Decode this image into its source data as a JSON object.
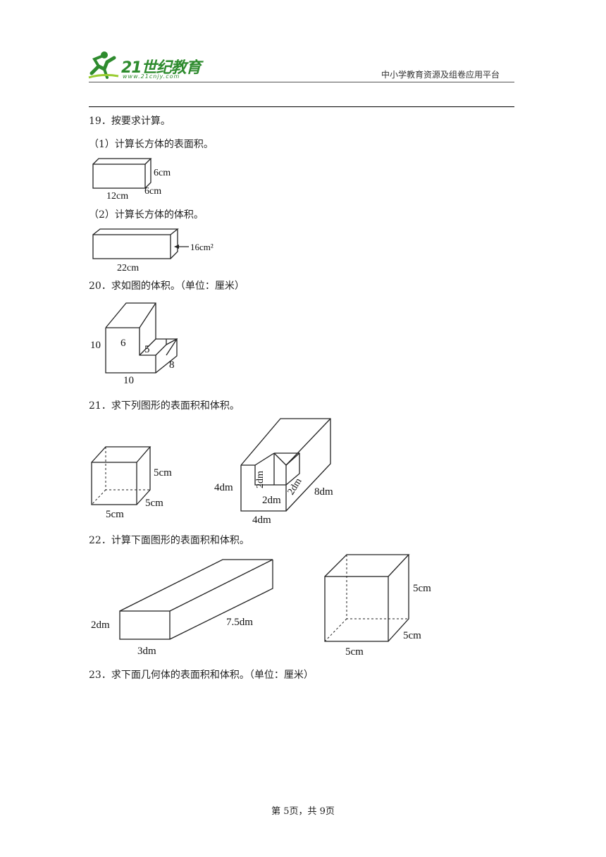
{
  "header": {
    "logo_text": "21世纪教育",
    "logo_url": "www.21cnjy.com",
    "site_name": "中小学教育资源及组卷应用平台"
  },
  "questions": {
    "q19": {
      "title": "19．按要求计算。",
      "part1": "（1）计算长方体的表面积。",
      "fig1": {
        "height": "6cm",
        "depth": "6cm",
        "length": "12cm"
      },
      "part2": "（2）计算长方体的体积。",
      "fig2": {
        "face_area": "16cm²",
        "length": "22cm"
      }
    },
    "q20": {
      "title": "20．求如图的体积。（单位：厘米）",
      "fig": {
        "height": "10",
        "inner_height": "6",
        "step": "5",
        "depth": "8",
        "width": "10"
      }
    },
    "q21": {
      "title": "21．求下列图形的表面积和体积。",
      "cube": {
        "height": "5cm",
        "depth": "5cm",
        "width": "5cm"
      },
      "notched": {
        "height": "4dm",
        "notch_h": "2dm",
        "notch_d": "2dm",
        "notch_w": "2dm",
        "length": "8dm",
        "width": "4dm"
      }
    },
    "q22": {
      "title": "22．计算下面图形的表面积和体积。",
      "bar": {
        "height": "2dm",
        "length": "7.5dm",
        "width": "3dm"
      },
      "cube": {
        "height": "5cm",
        "depth": "5cm",
        "width": "5cm"
      }
    },
    "q23": {
      "title": "23．求下面几何体的表面积和体积。（单位：厘米）"
    }
  },
  "footer": {
    "page": "第 5页，共 9页"
  }
}
